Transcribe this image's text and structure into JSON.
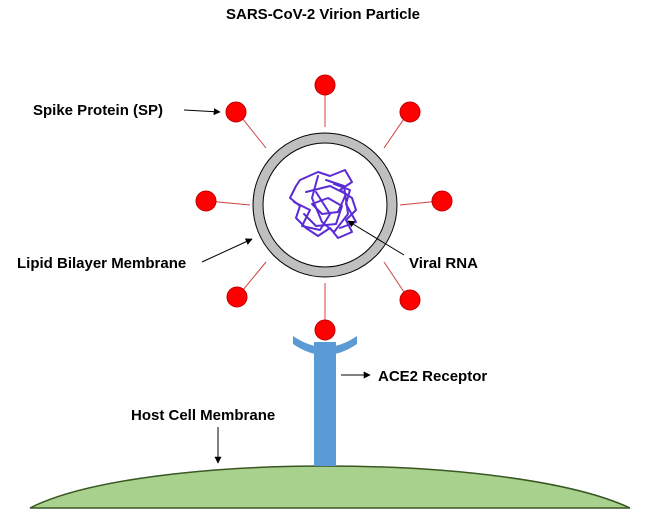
{
  "title": "SARS-CoV-2 Virion Particle",
  "labels": {
    "spike_protein": "Spike Protein (SP)",
    "lipid_membrane": "Lipid Bilayer Membrane",
    "viral_rna": "Viral RNA",
    "ace2_receptor": "ACE2 Receptor",
    "host_membrane": "Host Cell Membrane"
  },
  "colors": {
    "spike_fill": "#ff0000",
    "spike_outline": "#c00000",
    "spike_stalk": "#d04040",
    "membrane_ring": "#bfbfbf",
    "membrane_outline": "#000000",
    "rna": "#5b2bd6",
    "receptor": "#5b9bd5",
    "host_membrane_fill": "#a9d18e",
    "host_membrane_outline": "#385723"
  }
}
